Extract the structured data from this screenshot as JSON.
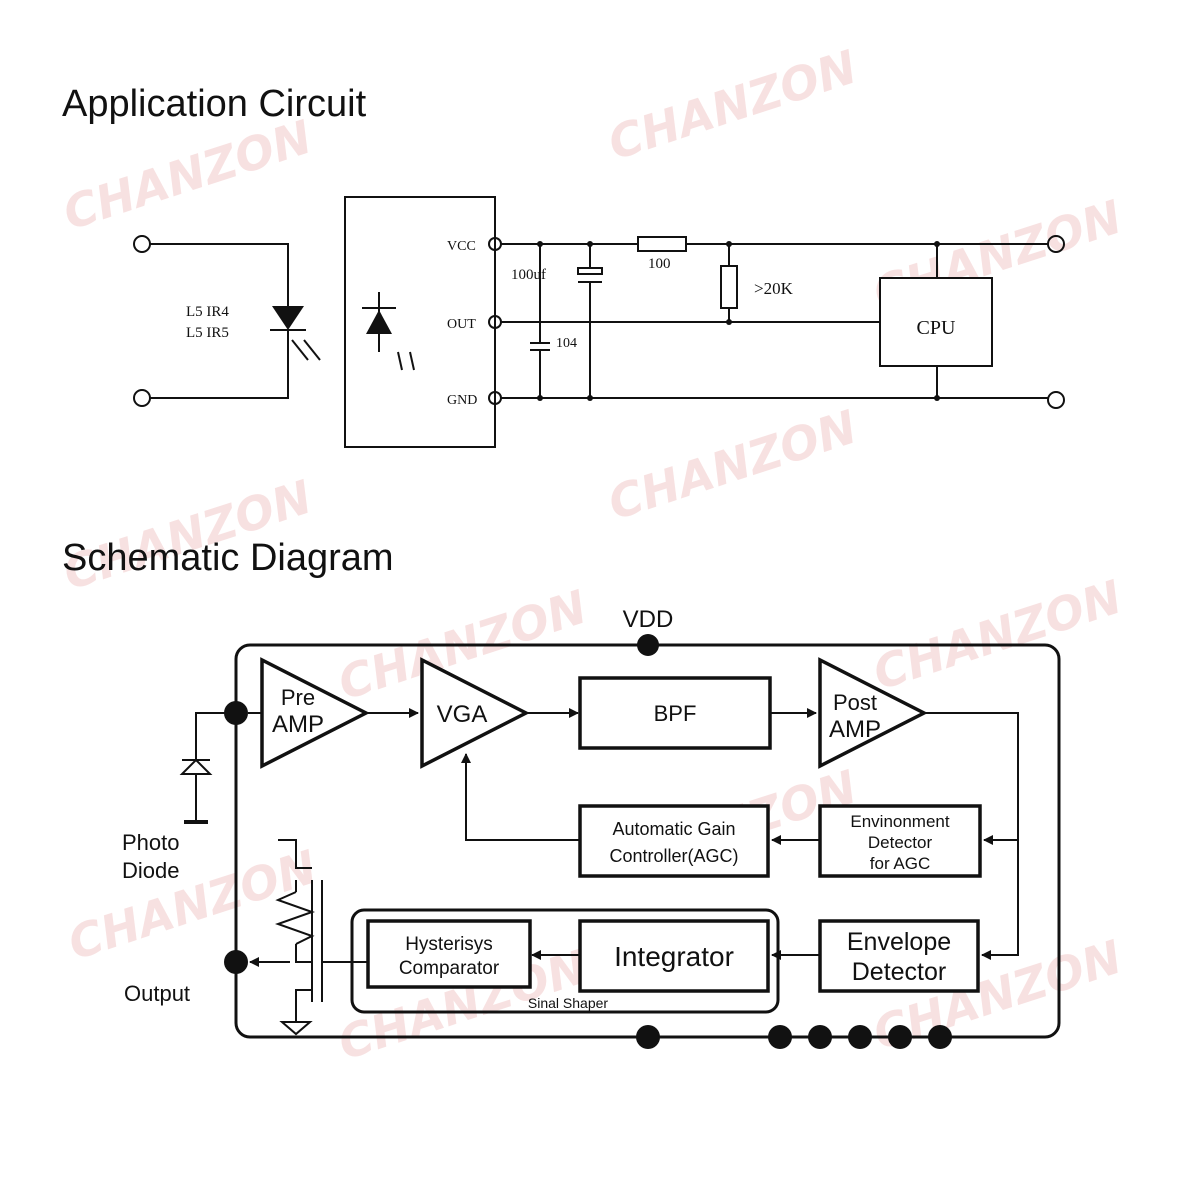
{
  "watermark": "CHANZON",
  "application_circuit": {
    "heading": "Application Circuit",
    "led_label_1": "L5  IR4",
    "led_label_2": "L5  IR5",
    "pin_vcc": "VCC",
    "pin_out": "OUT",
    "pin_gnd": "GND",
    "cap_electrolytic": "100uf",
    "resistor_series": "100",
    "resistor_pullup": ">20K",
    "cap_ceramic": "104",
    "cpu": "CPU"
  },
  "schematic_diagram": {
    "heading": "Schematic Diagram",
    "vdd": "VDD",
    "pre_amp_1": "Pre",
    "pre_amp_2": "AMP",
    "vga": "VGA",
    "bpf": "BPF",
    "post_amp_1": "Post",
    "post_amp_2": "AMP",
    "agc_1": "Automatic Gain",
    "agc_2": "Controller(AGC)",
    "env_detector_agc_1": "Envinonment",
    "env_detector_agc_2": "Detector",
    "env_detector_agc_3": "for AGC",
    "envelope_1": "Envelope",
    "envelope_2": "Detector",
    "integrator": "Integrator",
    "hysteresis_1": "Hysterisys",
    "hysteresis_2": "Comparator",
    "signal_shaper": "Sinal Shaper",
    "photo_1": "Photo",
    "photo_2": "Diode",
    "output": "Output"
  }
}
